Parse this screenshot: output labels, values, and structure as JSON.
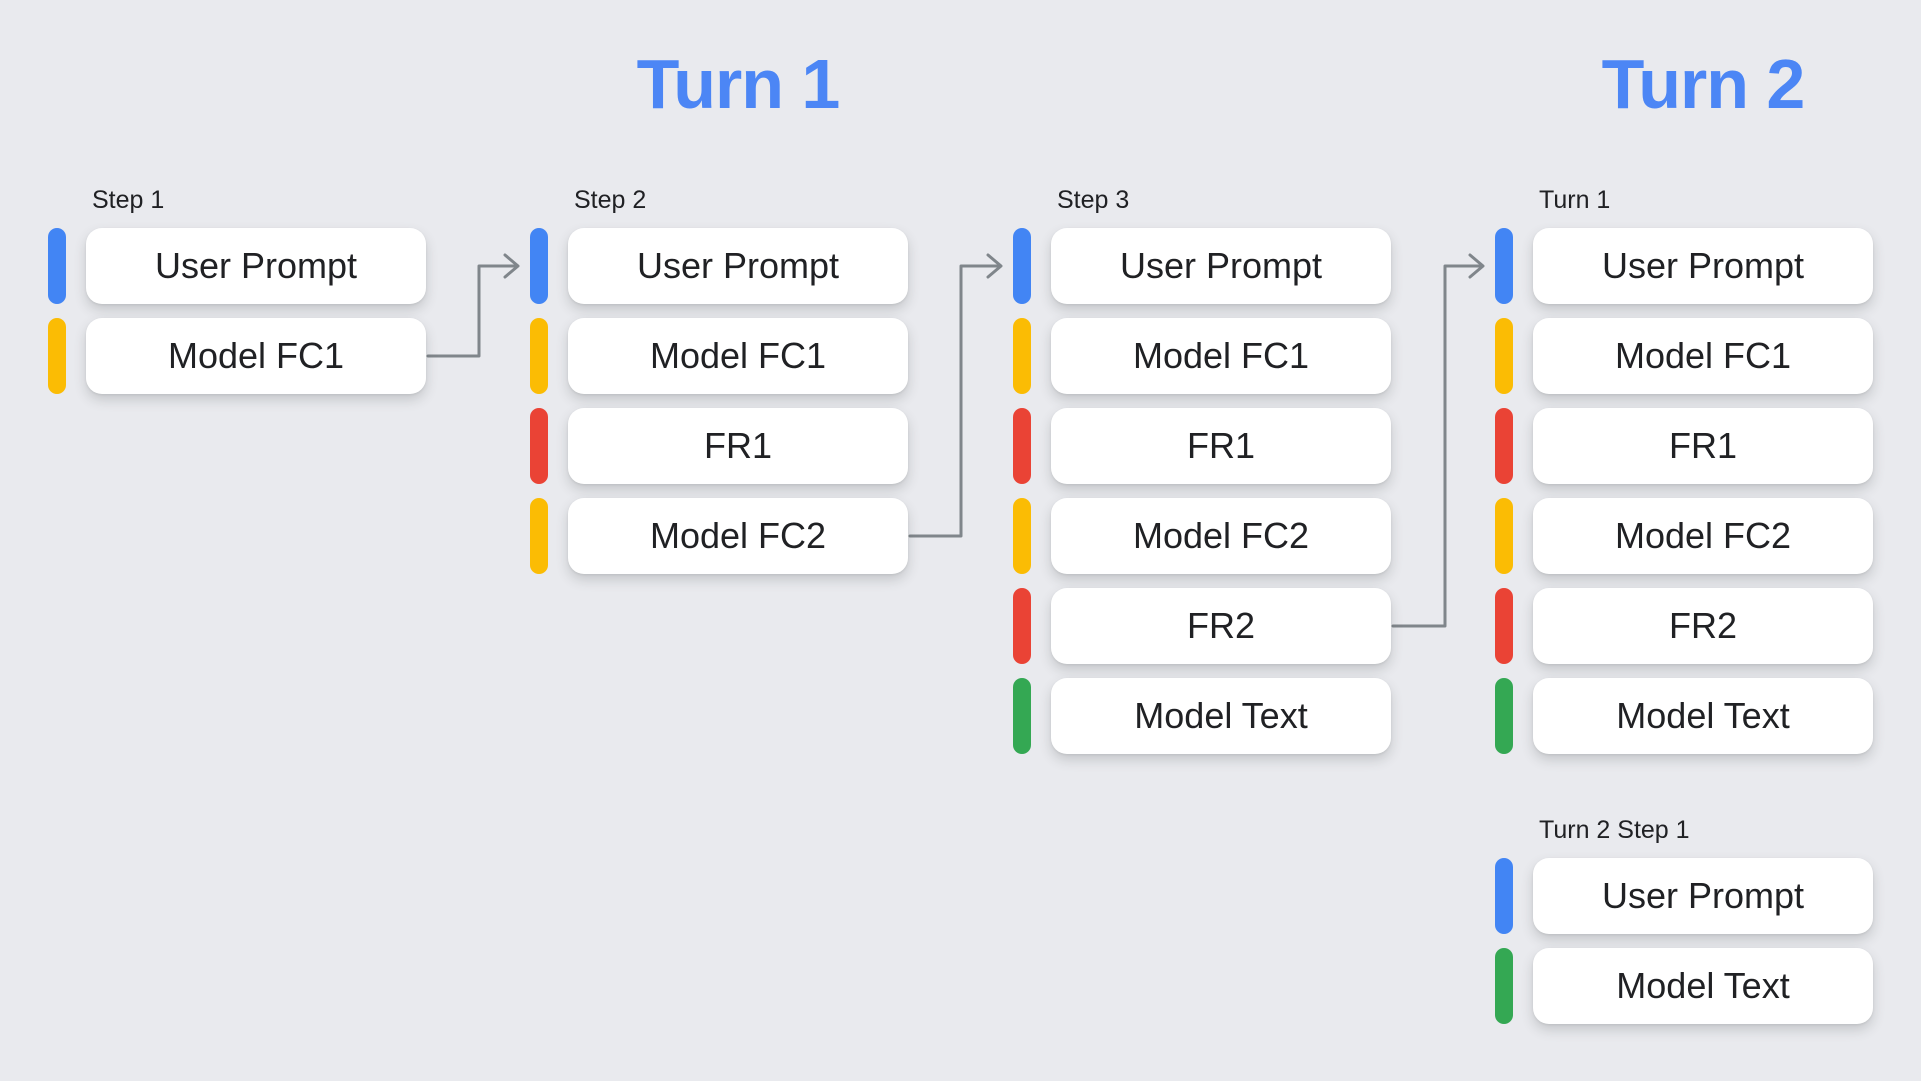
{
  "titles": {
    "turn1": "Turn 1",
    "turn2": "Turn 2"
  },
  "palette": {
    "title_blue": "#4C86F5",
    "bar_blue": "#4285F4",
    "bar_yellow": "#FBBC04",
    "bar_red": "#EA4335",
    "bar_green": "#34A853",
    "arrow_gray": "#80868B",
    "background": "#E9EAEE",
    "card_white": "#FFFFFF",
    "text_dark": "#202124"
  },
  "columns": [
    {
      "label": "Step 1",
      "cards": [
        {
          "text": "User Prompt",
          "color": "blue"
        },
        {
          "text": "Model FC1",
          "color": "yellow"
        }
      ]
    },
    {
      "label": "Step 2",
      "cards": [
        {
          "text": "User Prompt",
          "color": "blue"
        },
        {
          "text": "Model FC1",
          "color": "yellow"
        },
        {
          "text": "FR1",
          "color": "red"
        },
        {
          "text": "Model FC2",
          "color": "yellow"
        }
      ]
    },
    {
      "label": "Step 3",
      "cards": [
        {
          "text": "User Prompt",
          "color": "blue"
        },
        {
          "text": "Model FC1",
          "color": "yellow"
        },
        {
          "text": "FR1",
          "color": "red"
        },
        {
          "text": "Model FC2",
          "color": "yellow"
        },
        {
          "text": "FR2",
          "color": "red"
        },
        {
          "text": "Model Text",
          "color": "green"
        }
      ]
    },
    {
      "label": "Turn 1",
      "cards": [
        {
          "text": "User Prompt",
          "color": "blue"
        },
        {
          "text": "Model FC1",
          "color": "yellow"
        },
        {
          "text": "FR1",
          "color": "red"
        },
        {
          "text": "Model FC2",
          "color": "yellow"
        },
        {
          "text": "FR2",
          "color": "red"
        },
        {
          "text": "Model Text",
          "color": "green"
        }
      ]
    }
  ],
  "turn2_group": {
    "label": "Turn 2 Step 1",
    "cards": [
      {
        "text": "User Prompt",
        "color": "blue"
      },
      {
        "text": "Model Text",
        "color": "green"
      }
    ]
  }
}
